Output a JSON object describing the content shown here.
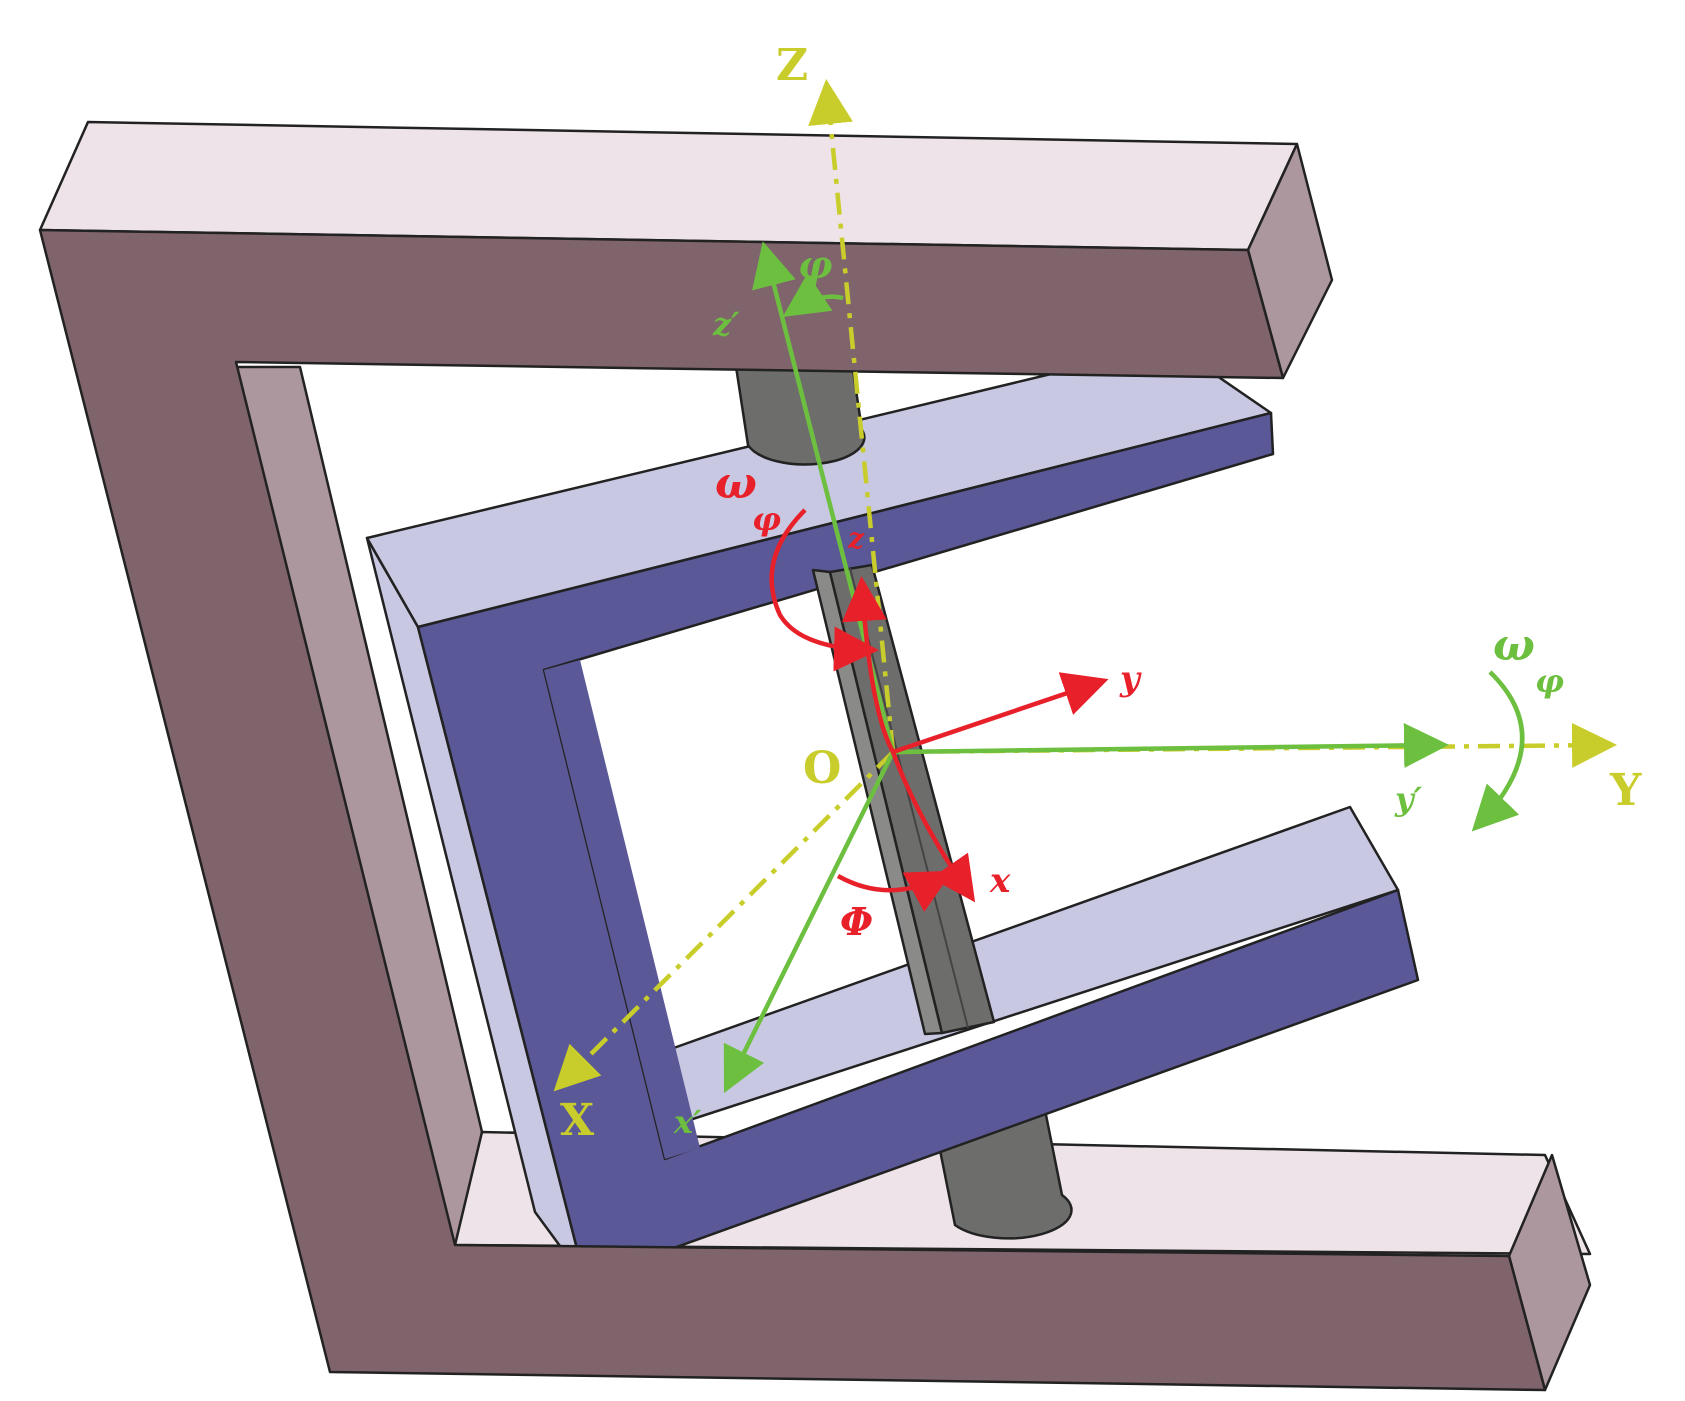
{
  "colors": {
    "outer_frame_front": "#80646c",
    "outer_frame_side": "#ad979e",
    "outer_frame_top": "#ede3e8",
    "inner_frame_front": "#5a5897",
    "inner_frame_top": "#c8c8e2",
    "shaft": "#6d6e6c",
    "shaft_light": "#8a8b89",
    "fixed_axes": "#c9cd2b",
    "rotated_axes": "#6dbf3f",
    "body_axes": "#e8202a",
    "outline": "#222222"
  },
  "labels": {
    "Z": "Z",
    "X": "X",
    "Y": "Y",
    "O": "O",
    "z_prime": "z′",
    "x_prime": "x′",
    "y_prime": "y′",
    "phi_small": "φ",
    "x": "x",
    "y": "y",
    "z": "z",
    "Phi": "Φ",
    "omega_red": "ω",
    "omega_red_sub": "φ",
    "omega_green": "ω",
    "omega_green_sub": "φ"
  }
}
